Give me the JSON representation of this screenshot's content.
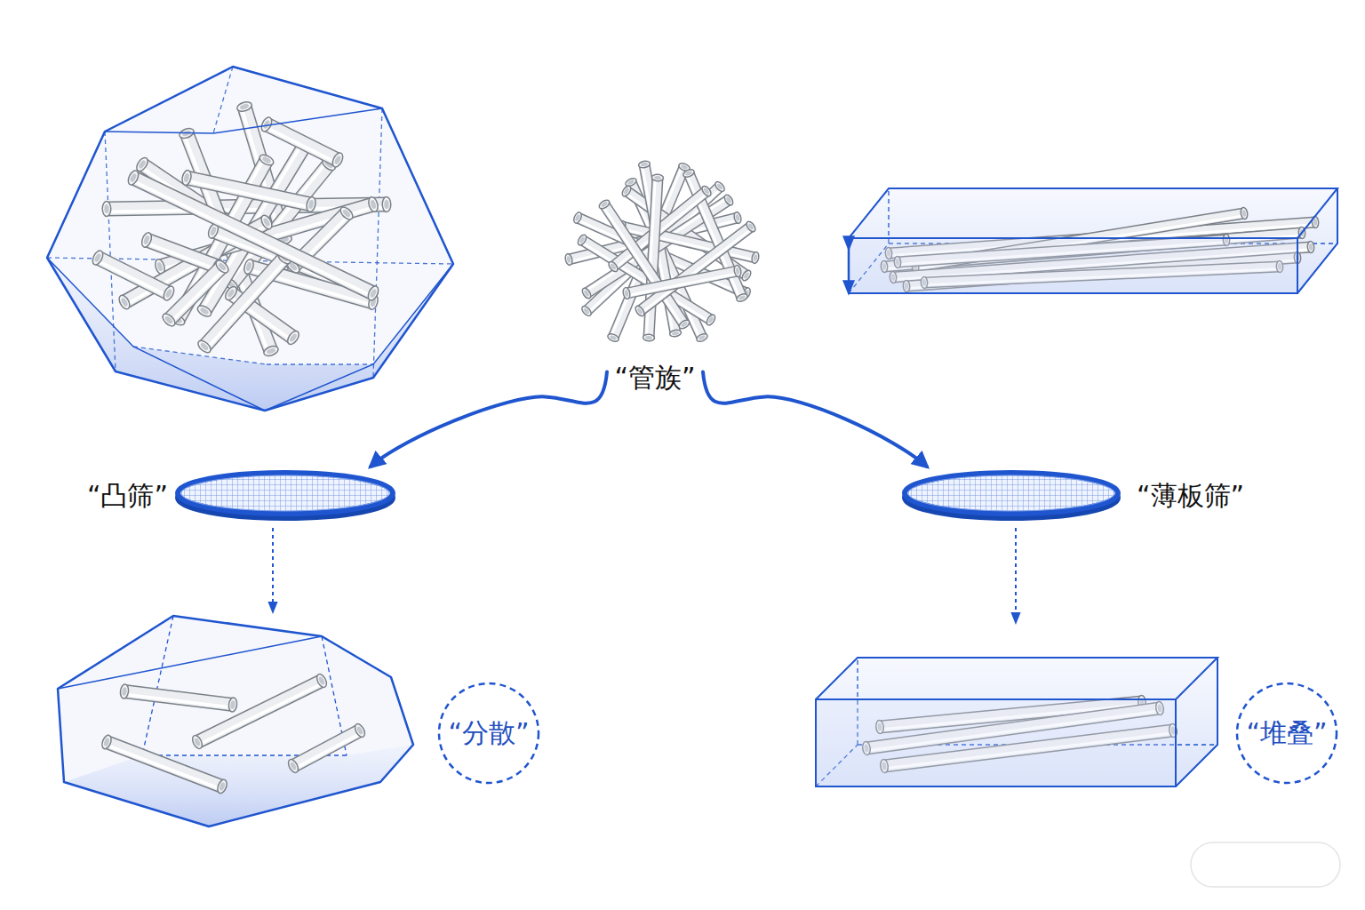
{
  "diagram": {
    "nodes": [
      {
        "text": [
          "“管族”"
        ]
      },
      {
        "text": [
          "“凸筛”"
        ]
      },
      {
        "text": [
          "“薄板筛”"
        ]
      },
      {
        "text": [
          "“分散”"
        ]
      },
      {
        "text": [
          "“堆叠”"
        ]
      }
    ],
    "edges": [
      {
        "from": 0,
        "to": 1,
        "arrow": "to"
      },
      {
        "from": 0,
        "to": 2,
        "arrow": "to"
      }
    ]
  }
}
